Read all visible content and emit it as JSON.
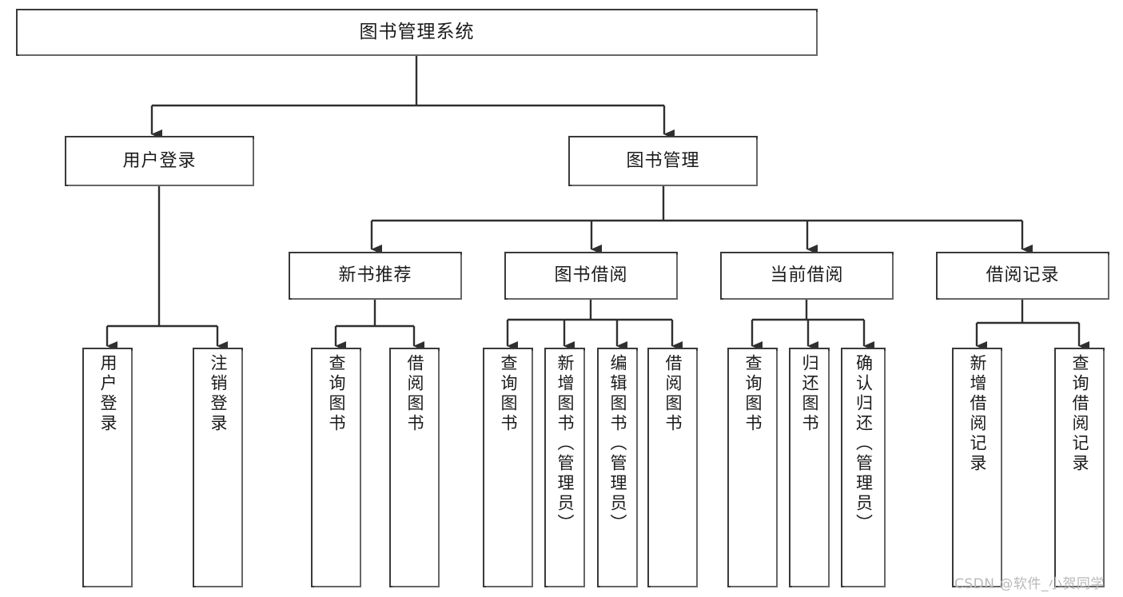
{
  "diagram": {
    "title": "图书管理系统",
    "watermark": "CSDN @软件_小贺同学",
    "colors": {
      "stroke": "#3a3a3a",
      "fill": "#ffffff",
      "text": "#1b1b1b",
      "watermark": "#b9b9b9",
      "background": "#ffffff"
    }
  },
  "nodes": {
    "root": {
      "label": "图书管理系统"
    },
    "level2": [
      {
        "label": "用户登录"
      },
      {
        "label": "图书管理"
      }
    ],
    "level3": [
      {
        "label": "新书推荐"
      },
      {
        "label": "图书借阅"
      },
      {
        "label": "当前借阅"
      },
      {
        "label": "借阅记录"
      }
    ],
    "leaves": {
      "user_login": [
        {
          "label": "用户登录"
        },
        {
          "label": "注销登录"
        }
      ],
      "new_book_recommend": [
        {
          "label": "查询图书"
        },
        {
          "label": "借阅图书"
        }
      ],
      "book_borrow": [
        {
          "label": "查询图书"
        },
        {
          "label": "新增图书（管理员）"
        },
        {
          "label": "编辑图书（管理员）"
        },
        {
          "label": "借阅图书"
        }
      ],
      "current_borrow": [
        {
          "label": "查询图书"
        },
        {
          "label": "归还图书"
        },
        {
          "label": "确认归还（管理员）"
        }
      ],
      "borrow_record": [
        {
          "label": "新增借阅记录"
        },
        {
          "label": "查询借阅记录"
        }
      ]
    }
  }
}
